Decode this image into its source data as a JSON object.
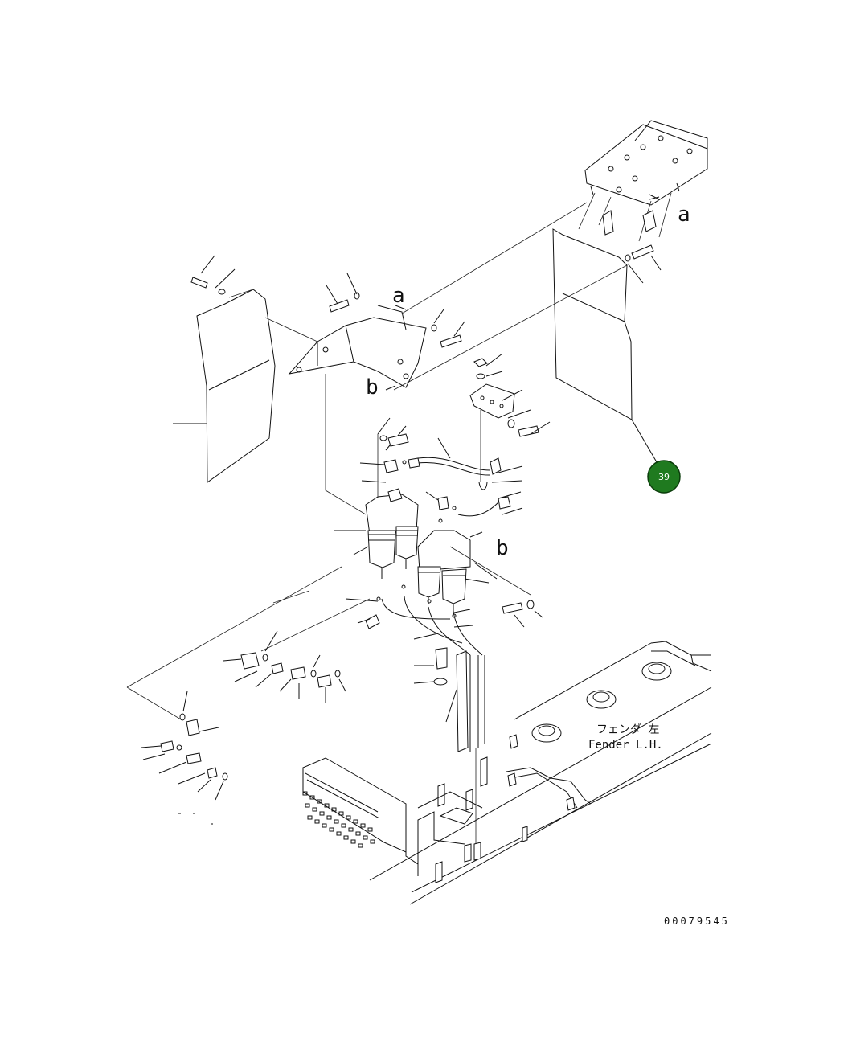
{
  "diagram": {
    "ref_labels": {
      "a_top": "a",
      "a_mid": "a",
      "b_mid": "b",
      "b_right": "b"
    },
    "fender_label_jp": "フェンダ 左",
    "fender_label_en": "Fender L.H.",
    "callout": {
      "number": "39",
      "color": "#1f7a1f"
    },
    "drawing_number": "00079545"
  }
}
